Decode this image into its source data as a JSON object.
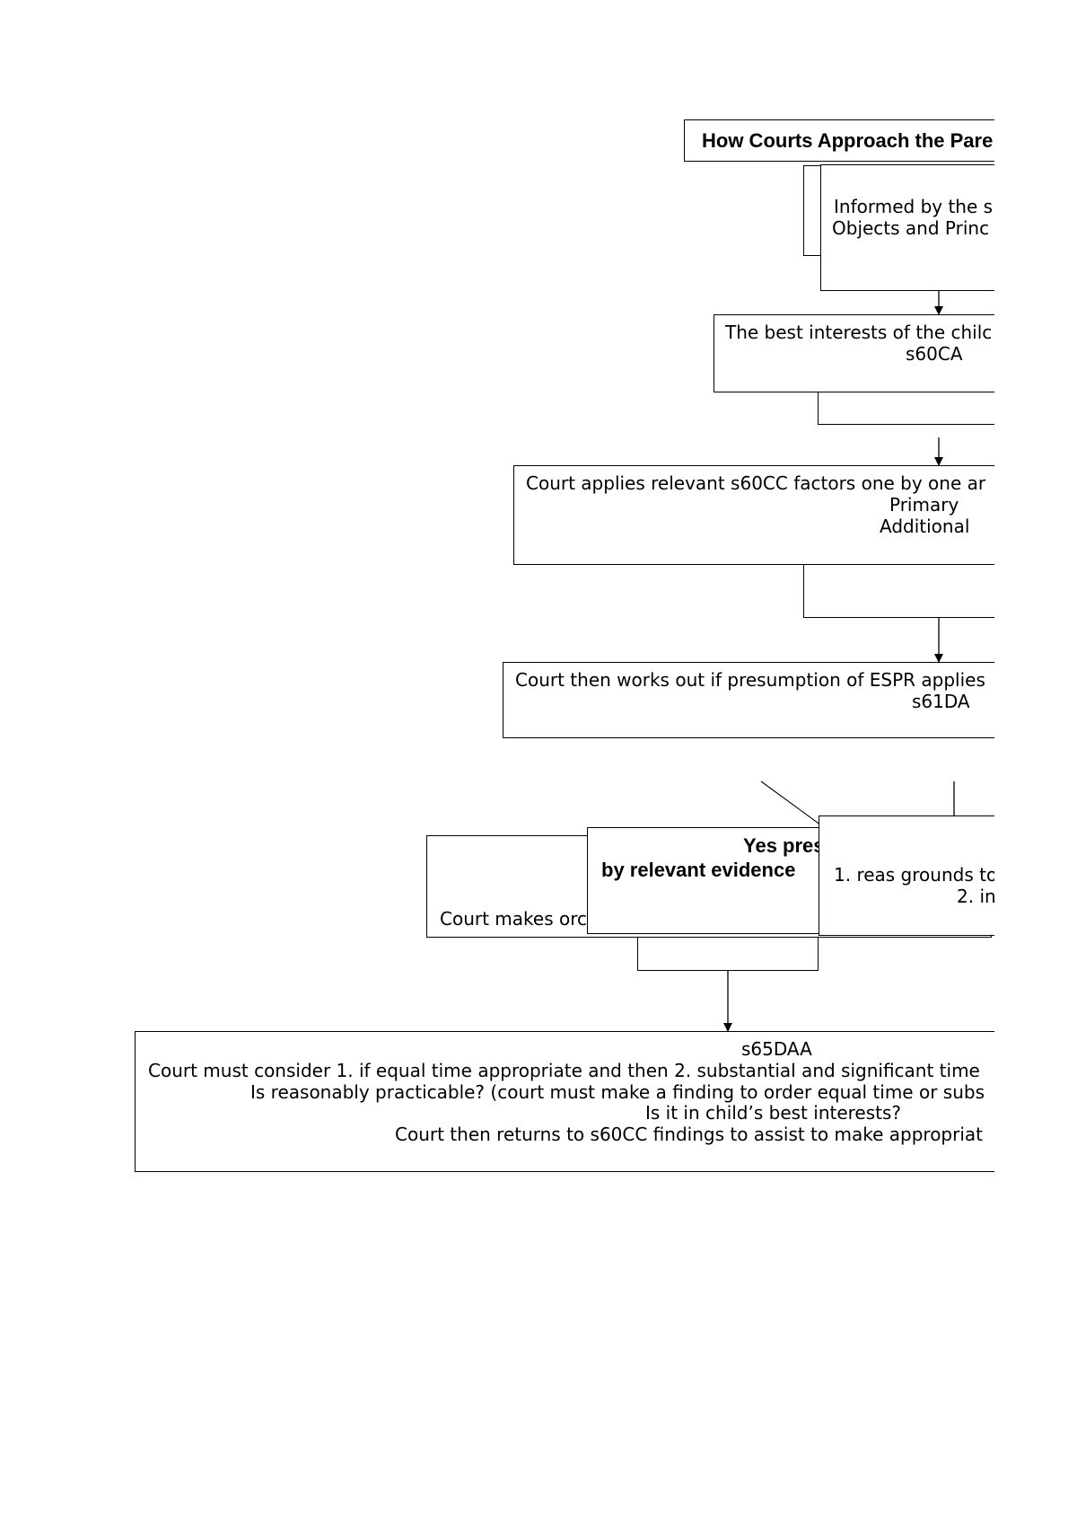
{
  "title": "How Courts Approach the Pare",
  "objects_box": {
    "line1": "Informed by the s",
    "line2": "Objects and Princ"
  },
  "best_interests_box": {
    "line1": "The best interests of the chilc",
    "line2": "s60CA"
  },
  "factors_box": {
    "line1": "Court applies relevant s60CC factors one by one ar",
    "line2": "Primary",
    "line3": "Additional"
  },
  "presumption_box": {
    "line1": "Court then works out if presumption of ESPR applies",
    "line2": "s61DA"
  },
  "court_makes_box": {
    "line1": "Court makes orc"
  },
  "yes_box": {
    "line1": "Yes pres",
    "line2": "by relevant evidence"
  },
  "reasonable_grounds_box": {
    "line1": "1. reas grounds to",
    "line2": "2. in"
  },
  "s65daa_box": {
    "line1": "s65DAA",
    "line2": "Court must consider 1. if equal time appropriate and then 2. substantial and significant time",
    "line3": "Is reasonably practicable? (court must make a finding to order equal time or subs",
    "line4": "Is it in child’s best interests?",
    "line5": "Court then returns to s60CC findings to assist to make appropriat"
  }
}
